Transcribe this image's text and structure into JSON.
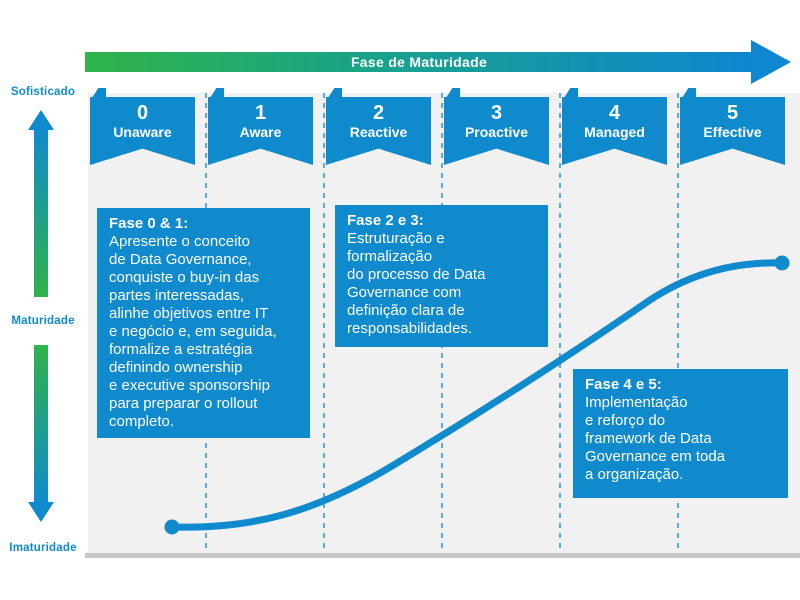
{
  "header": {
    "title": "Fase de Maturidade"
  },
  "y_axis": {
    "top_label": "Sofisticado",
    "middle_label": "Maturidade",
    "bottom_label": "Imaturidade"
  },
  "phases": [
    {
      "number": "0",
      "label": "Unaware"
    },
    {
      "number": "1",
      "label": "Aware"
    },
    {
      "number": "2",
      "label": "Reactive"
    },
    {
      "number": "3",
      "label": "Proactive"
    },
    {
      "number": "4",
      "label": "Managed"
    },
    {
      "number": "5",
      "label": "Effective"
    }
  ],
  "callouts": [
    {
      "title": "Fase 0 & 1:",
      "body": "Apresente o conceito\nde Data Governance,\nconquiste o buy-in das\npartes interessadas,\nalinhe objetivos entre IT\ne negócio e, em seguida,\nformalize a estratégia\ndefinindo ownership\ne executive sponsorship\npara preparar o rollout\ncompleto."
    },
    {
      "title": "Fase 2 e 3:",
      "body": "Estruturação e\nformalização\ndo processo de Data\nGovernance com\ndefinição clara de\nresponsabilidades."
    },
    {
      "title": "Fase 4 e 5:",
      "body": "Implementação\ne reforço do\nframework de Data\nGovernance em toda\na organização."
    }
  ],
  "colors": {
    "blue": "#0f8bcd",
    "green": "#2fb34a",
    "dashed_line": "#58acdb",
    "plot_background": "#f1f1f2",
    "baseline_gray": "#c7c7c9"
  }
}
